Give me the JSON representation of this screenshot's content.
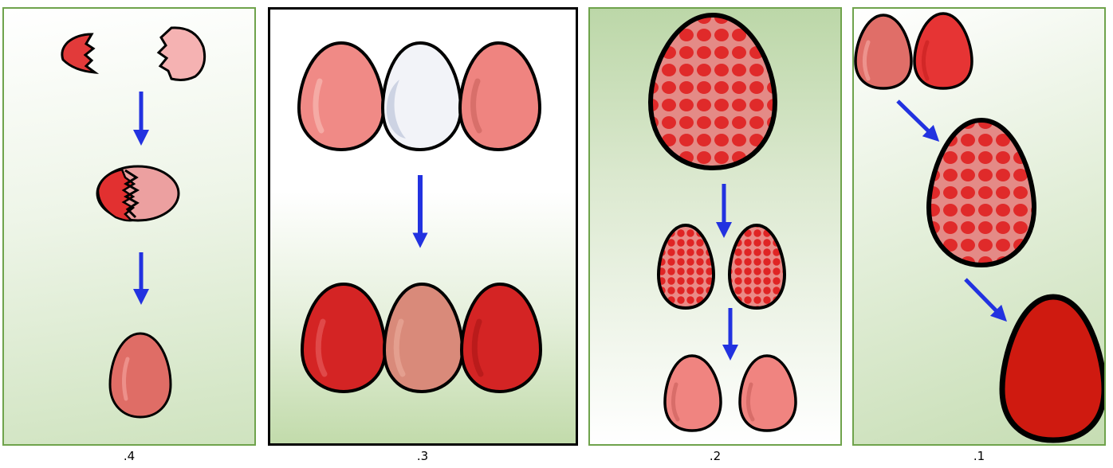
{
  "colors": {
    "arrow": "#2232e0",
    "outline": "#000000",
    "panel_border": "#6fa34c",
    "egg_red_dark": "#d01e1e",
    "egg_red_bright": "#e63a3a",
    "egg_pink": "#f08080",
    "egg_salmon": "#df7068",
    "egg_tan": "#d98a7a",
    "egg_white": "#dde1ec",
    "dot_red": "#e02a2a"
  },
  "panels": [
    {
      "id": "panel-4",
      "caption": ".4"
    },
    {
      "id": "panel-3",
      "caption": ".3"
    },
    {
      "id": "panel-2",
      "caption": ".2"
    },
    {
      "id": "panel-1",
      "caption": ".1"
    }
  ],
  "icons": [
    "egg-icon",
    "arrow-down-icon",
    "arrow-diagonal-icon",
    "cracked-egg-icon"
  ]
}
